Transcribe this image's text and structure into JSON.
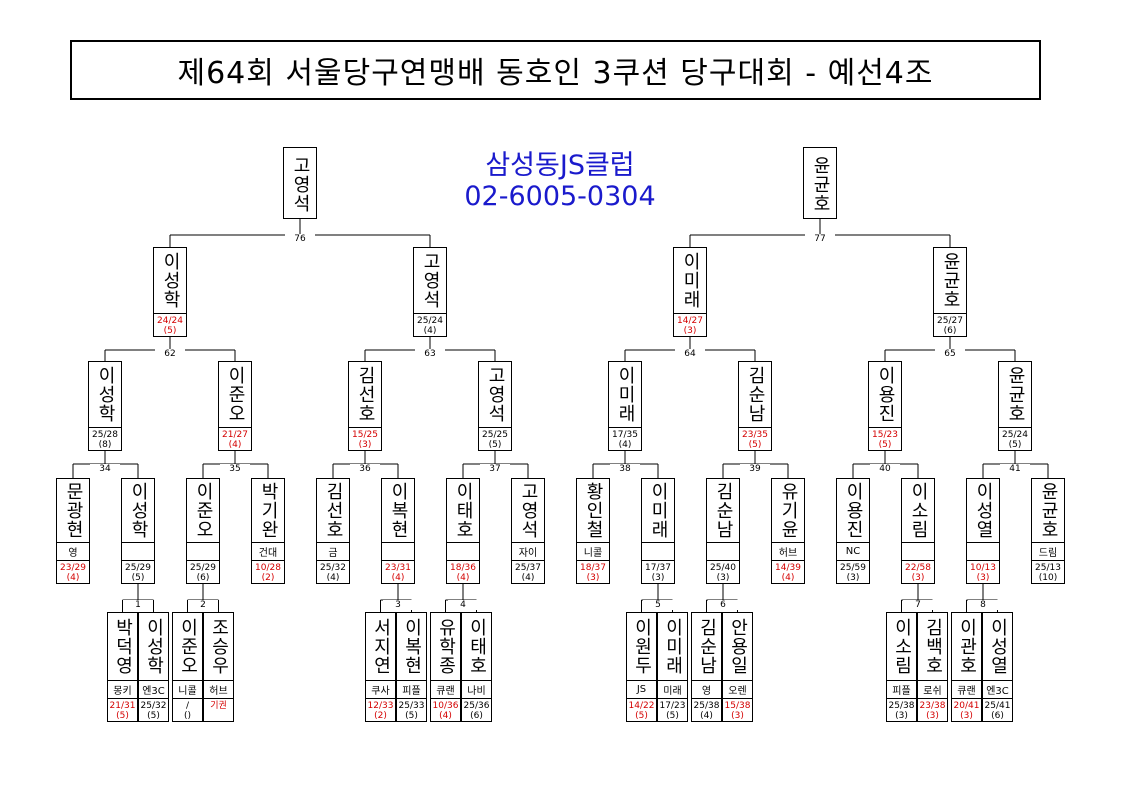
{
  "title": "제64회 서울당구연맹배 동호인 3쿠션 당구대회 - 예선4조",
  "sponsor": {
    "name": "삼성동JS클럽",
    "phone": "02-6005-0304"
  },
  "colors": {
    "loss": "#d40000",
    "sponsor": "#1a1acc",
    "line": "#000000"
  },
  "match_numbers": {
    "r1": [
      "1",
      "2",
      "3",
      "4",
      "5",
      "6",
      "7",
      "8"
    ],
    "r2": [
      "34",
      "35",
      "36",
      "37",
      "38",
      "39",
      "40",
      "41"
    ],
    "r3": [
      "62",
      "63",
      "64",
      "65"
    ],
    "r4": [
      "76",
      "77"
    ]
  },
  "players": {
    "r1": [
      {
        "name": "박덕영",
        "club": "몽키",
        "score": "21/31",
        "avg": "(5)",
        "red": true
      },
      {
        "name": "이성학",
        "club": "엔3C",
        "score": "25/32",
        "avg": "(5)",
        "red": false
      },
      {
        "name": "이준오",
        "club": "니콜",
        "score": "/",
        "avg": "()",
        "red": false
      },
      {
        "name": "조승우",
        "club": "허브",
        "score": "기권",
        "avg": "",
        "red": true
      },
      {
        "name": "서지연",
        "club": "쿠사",
        "score": "12/33",
        "avg": "(2)",
        "red": true
      },
      {
        "name": "이복현",
        "club": "피플",
        "score": "25/33",
        "avg": "(5)",
        "red": false
      },
      {
        "name": "유학종",
        "club": "큐랜",
        "score": "10/36",
        "avg": "(4)",
        "red": true
      },
      {
        "name": "이태호",
        "club": "나비",
        "score": "25/36",
        "avg": "(6)",
        "red": false
      },
      {
        "name": "이원두",
        "club": "JS",
        "score": "14/22",
        "avg": "(5)",
        "red": true
      },
      {
        "name": "이미래",
        "club": "미래",
        "score": "17/23",
        "avg": "(5)",
        "red": false
      },
      {
        "name": "김순남",
        "club": "영",
        "score": "25/38",
        "avg": "(4)",
        "red": false
      },
      {
        "name": "안용일",
        "club": "오렌",
        "score": "15/38",
        "avg": "(3)",
        "red": true
      },
      {
        "name": "이소림",
        "club": "피플",
        "score": "25/38",
        "avg": "(3)",
        "red": false
      },
      {
        "name": "김백호",
        "club": "로쉬",
        "score": "23/38",
        "avg": "(3)",
        "red": true
      },
      {
        "name": "이관호",
        "club": "큐랜",
        "score": "20/41",
        "avg": "(3)",
        "red": true
      },
      {
        "name": "이성열",
        "club": "엔3C",
        "score": "25/41",
        "avg": "(6)",
        "red": false
      }
    ],
    "r2": [
      {
        "name": "문광현",
        "club": "영",
        "score": "23/29",
        "avg": "(4)",
        "red": true
      },
      {
        "name": "이성학",
        "club": "",
        "score": "25/29",
        "avg": "(5)",
        "red": false
      },
      {
        "name": "이준오",
        "club": "",
        "score": "25/29",
        "avg": "(6)",
        "red": false
      },
      {
        "name": "박기완",
        "club": "건대",
        "score": "10/28",
        "avg": "(2)",
        "red": true
      },
      {
        "name": "김선호",
        "club": "금",
        "score": "25/32",
        "avg": "(4)",
        "red": false
      },
      {
        "name": "이복현",
        "club": "",
        "score": "23/31",
        "avg": "(4)",
        "red": true
      },
      {
        "name": "이태호",
        "club": "",
        "score": "18/36",
        "avg": "(4)",
        "red": true
      },
      {
        "name": "고영석",
        "club": "자이",
        "score": "25/37",
        "avg": "(4)",
        "red": false
      },
      {
        "name": "황인철",
        "club": "니콜",
        "score": "18/37",
        "avg": "(3)",
        "red": true
      },
      {
        "name": "이미래",
        "club": "",
        "score": "17/37",
        "avg": "(3)",
        "red": false
      },
      {
        "name": "김순남",
        "club": "",
        "score": "25/40",
        "avg": "(3)",
        "red": false
      },
      {
        "name": "유기윤",
        "club": "허브",
        "score": "14/39",
        "avg": "(4)",
        "red": true
      },
      {
        "name": "이용진",
        "club": "NC",
        "score": "25/59",
        "avg": "(3)",
        "red": false
      },
      {
        "name": "이소림",
        "club": "",
        "score": "22/58",
        "avg": "(3)",
        "red": true
      },
      {
        "name": "이성열",
        "club": "",
        "score": "10/13",
        "avg": "(3)",
        "red": true
      },
      {
        "name": "윤균호",
        "club": "드림",
        "score": "25/13",
        "avg": "(10)",
        "red": false
      }
    ],
    "r3": [
      {
        "name": "이성학",
        "score": "25/28",
        "avg": "(8)",
        "red": false
      },
      {
        "name": "이준오",
        "score": "21/27",
        "avg": "(4)",
        "red": true
      },
      {
        "name": "김선호",
        "score": "15/25",
        "avg": "(3)",
        "red": true
      },
      {
        "name": "고영석",
        "score": "25/25",
        "avg": "(5)",
        "red": false
      },
      {
        "name": "이미래",
        "score": "17/35",
        "avg": "(4)",
        "red": false
      },
      {
        "name": "김순남",
        "score": "23/35",
        "avg": "(5)",
        "red": true
      },
      {
        "name": "이용진",
        "score": "15/23",
        "avg": "(5)",
        "red": true
      },
      {
        "name": "윤균호",
        "score": "25/24",
        "avg": "(5)",
        "red": false
      }
    ],
    "r4": [
      {
        "name": "이성학",
        "score": "24/24",
        "avg": "(5)",
        "red": true
      },
      {
        "name": "고영석",
        "score": "25/24",
        "avg": "(4)",
        "red": false
      },
      {
        "name": "이미래",
        "score": "14/27",
        "avg": "(3)",
        "red": true
      },
      {
        "name": "윤균호",
        "score": "25/27",
        "avg": "(6)",
        "red": false
      }
    ],
    "final": [
      {
        "name": "고영석"
      },
      {
        "name": "윤균호"
      }
    ]
  }
}
